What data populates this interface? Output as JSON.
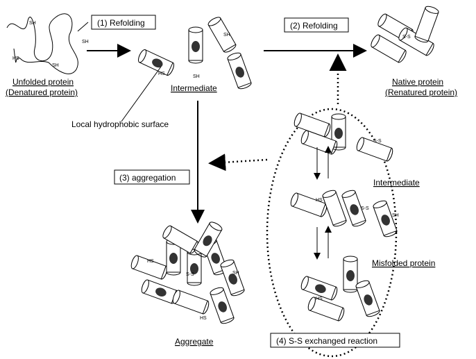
{
  "steps": {
    "refolding1": "(1) Refolding",
    "refolding2": "(2) Refolding",
    "aggregation": "(3) aggregation",
    "ss_exchange": "(4) S-S exchanged reaction"
  },
  "states": {
    "unfolded_line1": "Unfolded protein",
    "unfolded_line2": "(Denatured protein)",
    "intermediate": "Intermediate",
    "native_line1": "Native protein",
    "native_line2": "(Renatured protein)",
    "intermediate2": "Intermediate",
    "misfolded": "Misfolded protein",
    "aggregate": "Aggregate"
  },
  "annotations": {
    "hydrophobic": "Local hydrophobic surface",
    "sh": "SH",
    "hs": "HS",
    "ss": "S-S"
  }
}
